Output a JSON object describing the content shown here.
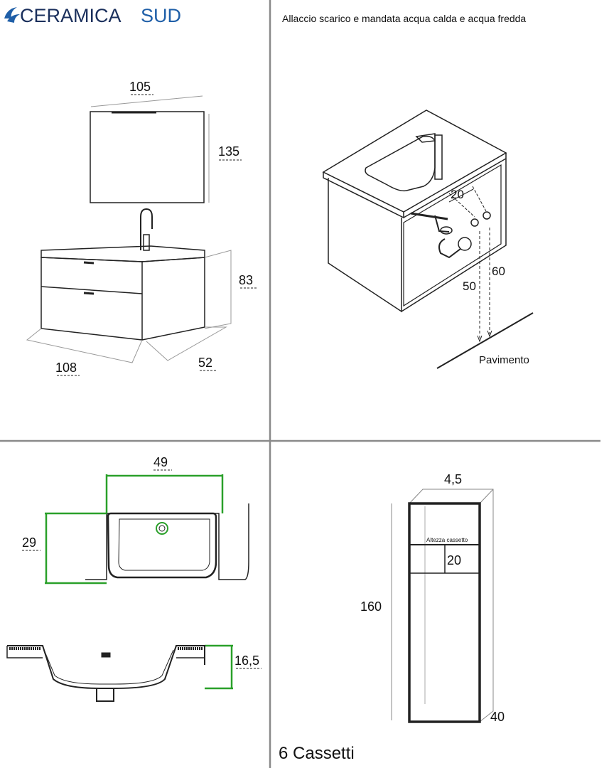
{
  "brand": {
    "name_main": "CERAMICA",
    "name_accent": "SUD",
    "accent_color": "#1f5fa8",
    "logo_icon": "wave-logo-icon"
  },
  "panel1": {
    "dims": {
      "mirror_width": "105",
      "mirror_height": "135",
      "cabinet_height": "83",
      "cabinet_width": "108",
      "cabinet_depth": "52"
    }
  },
  "panel2": {
    "title": "Allaccio scarico e mandata acqua calda e acqua fredda",
    "dims": {
      "spacing": "20",
      "inlet_height": "60",
      "drain_height": "50"
    },
    "floor_label": "Pavimento"
  },
  "panel3": {
    "dims": {
      "basin_width": "49",
      "basin_height": "29",
      "top_thickness": "16,5"
    },
    "accent_color": "#2aa02a"
  },
  "panel4": {
    "dims": {
      "depth": "4,5",
      "height": "160",
      "drawer_height": "20",
      "width": "40"
    },
    "drawer_label": "Altezza cassetto",
    "caption": "6 Cassetti"
  },
  "colors": {
    "grid": "#888888",
    "line": "#222222"
  }
}
